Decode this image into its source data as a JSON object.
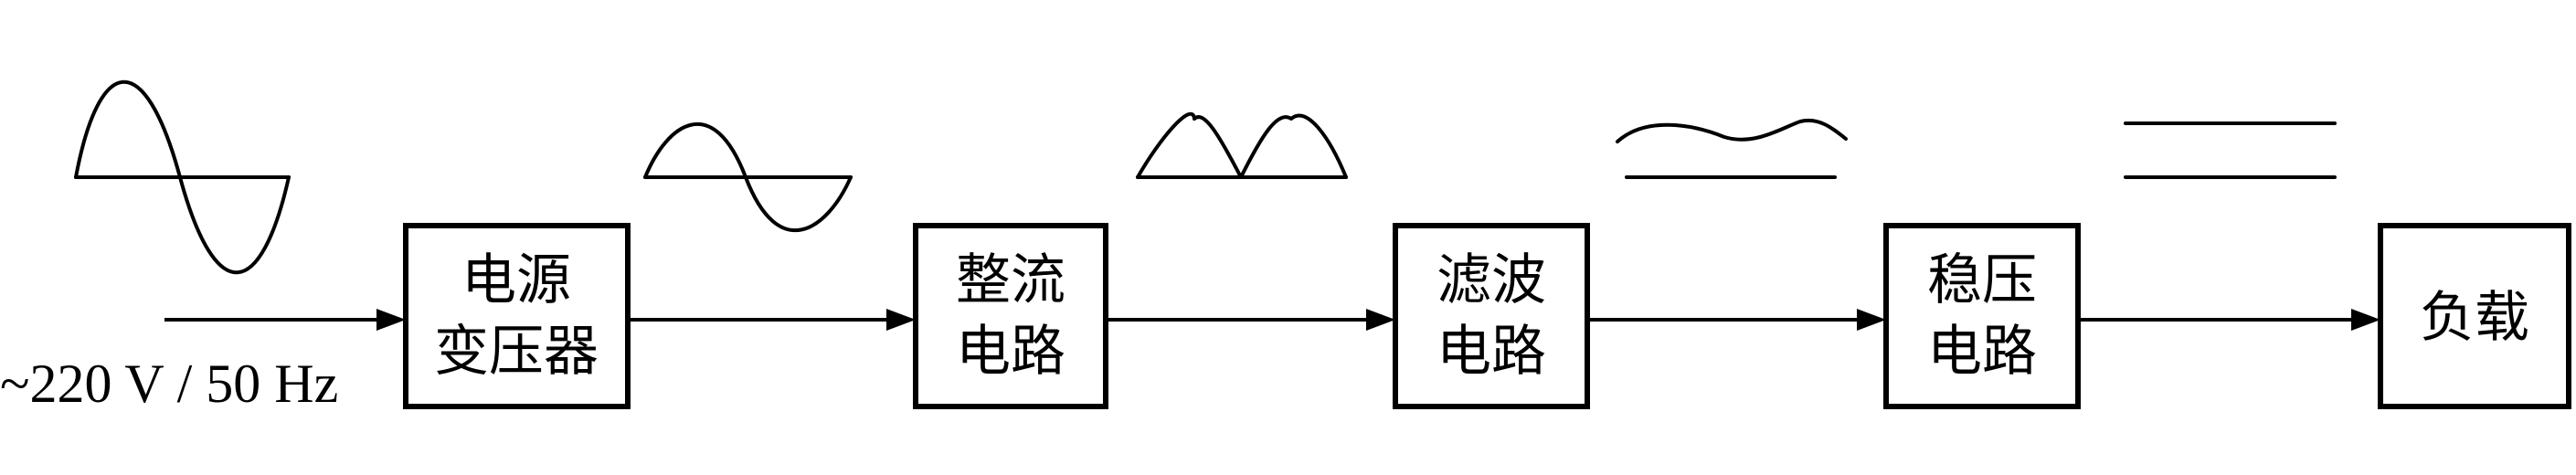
{
  "input": {
    "label": "~220 V / 50 Hz"
  },
  "blocks": [
    {
      "lines": [
        "电源",
        "变压器"
      ]
    },
    {
      "lines": [
        "整流",
        "电路"
      ]
    },
    {
      "lines": [
        "滤波",
        "电路"
      ]
    },
    {
      "lines": [
        "稳压",
        "电路"
      ]
    },
    {
      "lines": [
        "负载"
      ]
    }
  ],
  "waveforms": [
    {
      "kind": "ac-sine-full-period"
    },
    {
      "kind": "ac-sine-reduced"
    },
    {
      "kind": "full-wave-rectified"
    },
    {
      "kind": "ripple-dc"
    },
    {
      "kind": "steady-dc"
    }
  ],
  "colors": {
    "stroke": "#000000",
    "background": "#ffffff"
  }
}
